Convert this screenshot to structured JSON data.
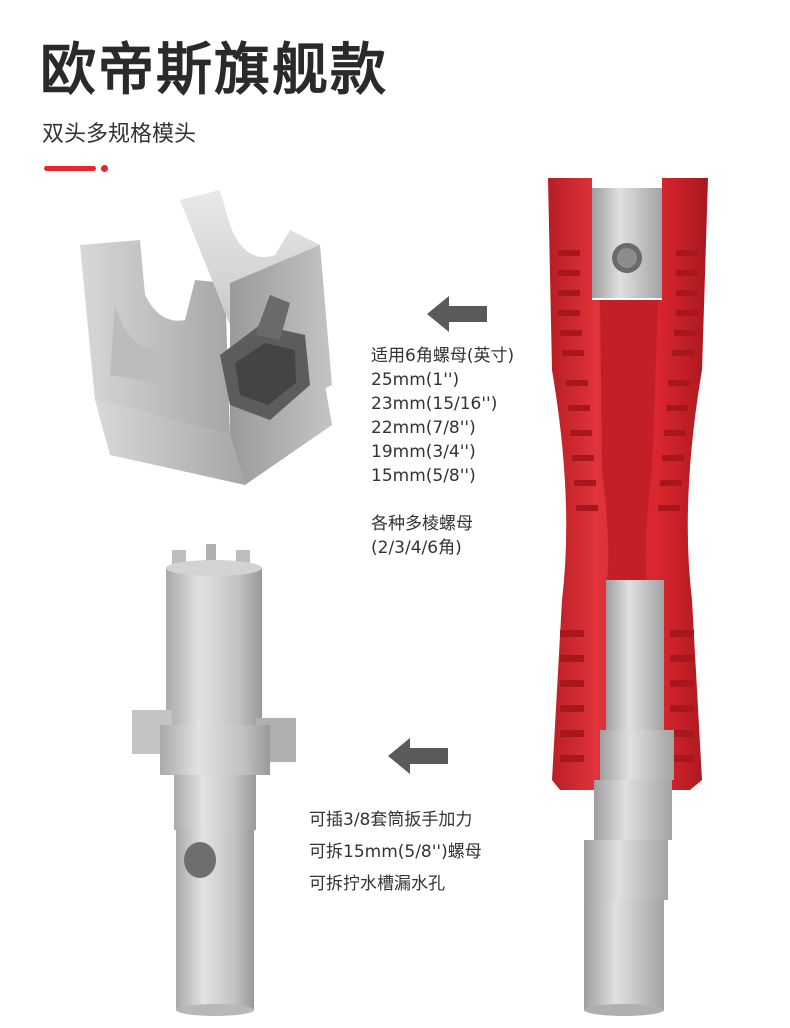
{
  "header": {
    "title": "欧帝斯旗舰款",
    "subtitle": "双头多规格模头",
    "accent_color": "#e4262e"
  },
  "spec_section": {
    "lines": [
      "适用6角螺母(英寸)",
      "25mm(1'')",
      "23mm(15/16'')",
      "22mm(7/8'')",
      "19mm(3/4'')",
      "15mm(5/8'')"
    ]
  },
  "multi_section": {
    "lines": [
      "各种多棱螺母",
      "(2/3/4/6角)"
    ]
  },
  "bottom_section": {
    "lines": [
      "可插3/8套筒扳手加力",
      "可拆15mm(5/8'')螺母",
      "可拆拧水槽漏水孔"
    ]
  },
  "icons": {
    "arrow": "arrow-left-icon"
  },
  "colors": {
    "tool_red": "#d9252d",
    "metal": "#c9c9c9",
    "arrow": "#5a5a5a"
  }
}
